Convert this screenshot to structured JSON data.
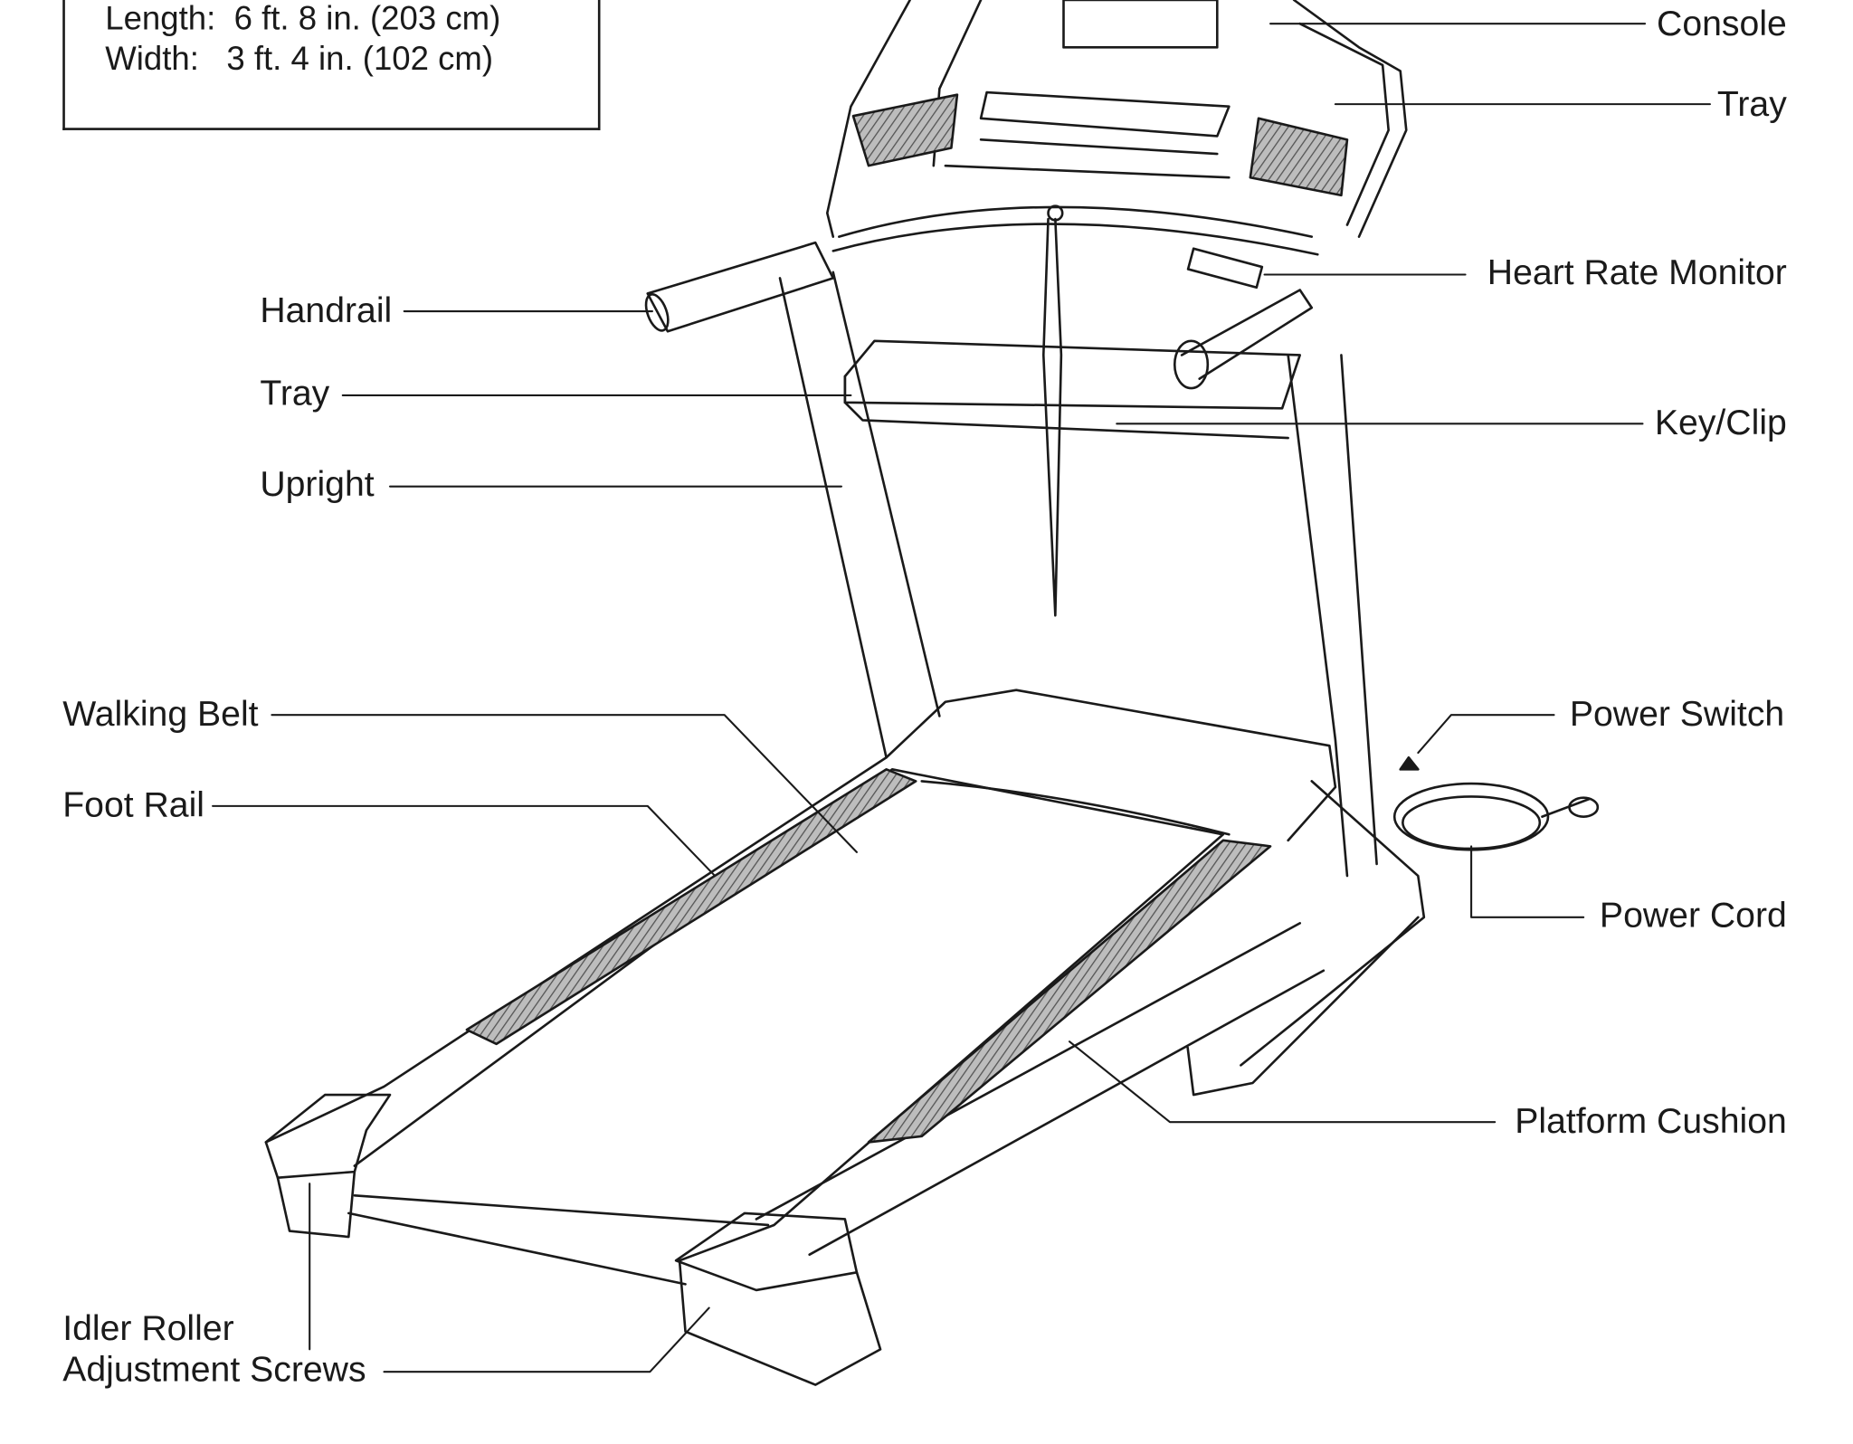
{
  "dimensions": {
    "length": "Length:  6 ft. 8 in. (203 cm)",
    "width": "Width:   3 ft. 4 in. (102 cm)"
  },
  "labels": {
    "console": "Console",
    "tray_right": "Tray",
    "heart_rate_monitor": "Heart Rate Monitor",
    "handrail": "Handrail",
    "tray_left": "Tray",
    "key_clip": "Key/Clip",
    "upright": "Upright",
    "walking_belt": "Walking Belt",
    "power_switch": "Power Switch",
    "foot_rail": "Foot Rail",
    "power_cord": "Power Cord",
    "platform_cushion": "Platform Cushion",
    "idler_roller_line1": "Idler Roller",
    "idler_roller_line2": "Adjustment Screws"
  },
  "colors": {
    "line": "#1a1a1a",
    "shade": "#8a8a8a",
    "background": "#ffffff"
  }
}
